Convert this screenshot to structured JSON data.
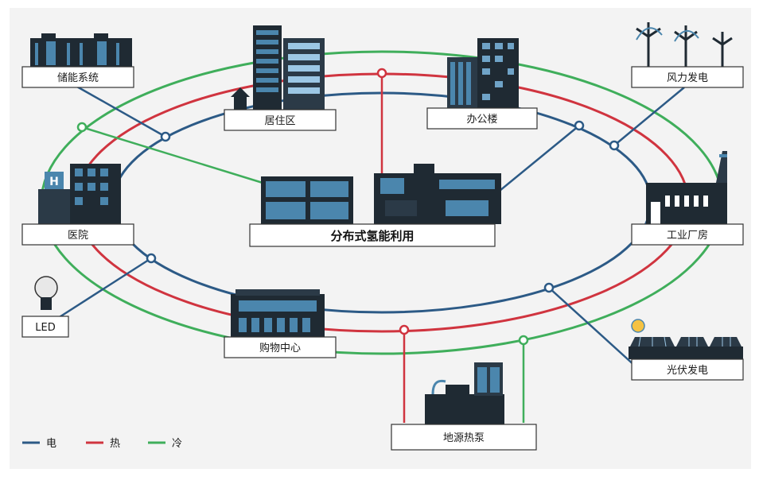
{
  "title": "",
  "center_label": "分布式氢能利用",
  "nodes": [
    {
      "id": "storage",
      "label": "储能系统"
    },
    {
      "id": "residential",
      "label": "居住区"
    },
    {
      "id": "office",
      "label": "办公楼"
    },
    {
      "id": "wind",
      "label": "风力发电"
    },
    {
      "id": "hospital",
      "label": "医院"
    },
    {
      "id": "industry",
      "label": "工业厂房"
    },
    {
      "id": "led",
      "label": "LED"
    },
    {
      "id": "mall",
      "label": "购物中心"
    },
    {
      "id": "pv",
      "label": "光伏发电"
    },
    {
      "id": "geo",
      "label": "地源热泵"
    }
  ],
  "legend": [
    {
      "label": "电",
      "color": "#2c5a86"
    },
    {
      "label": "热",
      "color": "#d0343f"
    },
    {
      "label": "冷",
      "color": "#3fae5b"
    }
  ],
  "colors": {
    "electric": "#2c5a86",
    "heat": "#d0343f",
    "cold": "#3fae5b",
    "building_dark": "#1f2a33",
    "building_blue": "#4b86ad",
    "background": "#f3f3f3"
  }
}
